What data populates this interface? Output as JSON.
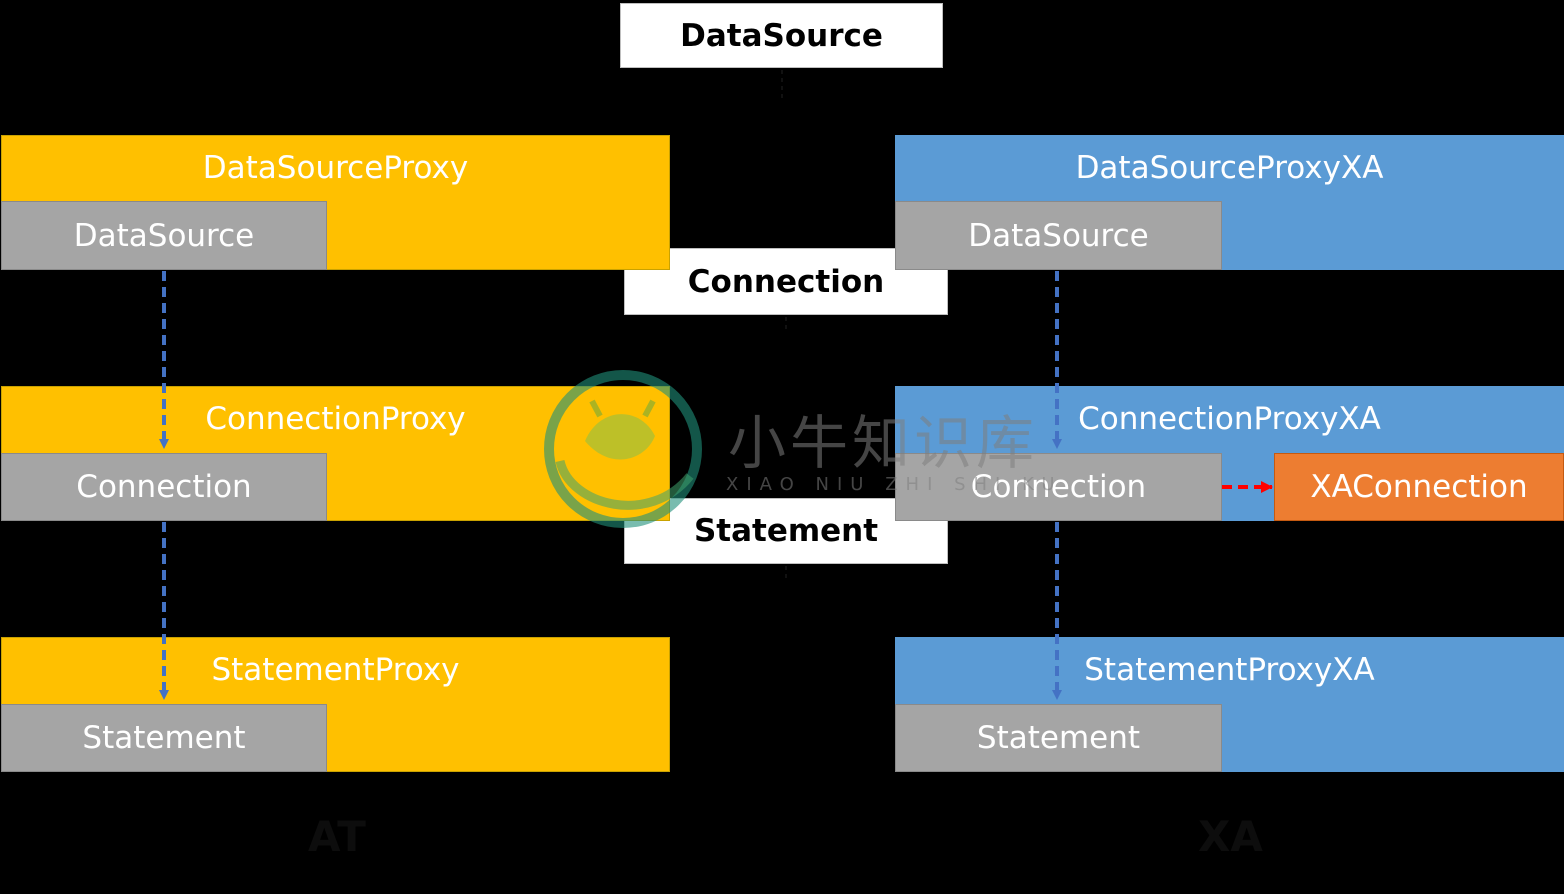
{
  "top": {
    "datasource": "DataSource",
    "connection": "Connection",
    "statement": "Statement"
  },
  "at": {
    "datasource_proxy": "DataSourceProxy",
    "datasource": "DataSource",
    "connection_proxy": "ConnectionProxy",
    "connection": "Connection",
    "statement_proxy": "StatementProxy",
    "statement": "Statement",
    "label": "AT"
  },
  "xa": {
    "datasource_proxy": "DataSourceProxyXA",
    "datasource": "DataSource",
    "connection_proxy": "ConnectionProxyXA",
    "connection": "Connection",
    "xa_connection": "XAConnection",
    "statement_proxy": "StatementProxyXA",
    "statement": "Statement",
    "label": "XA"
  },
  "watermark": {
    "text": "小牛知识库",
    "subtext": "XIAO NIU ZHI SHI KU"
  },
  "colors": {
    "at_proxy": "#ffc000",
    "xa_proxy": "#5b9bd5",
    "inner": "#a5a5a5",
    "xa_connection": "#ed7d31",
    "arrow": "#4472c4",
    "red_arrow": "#ff0000"
  }
}
